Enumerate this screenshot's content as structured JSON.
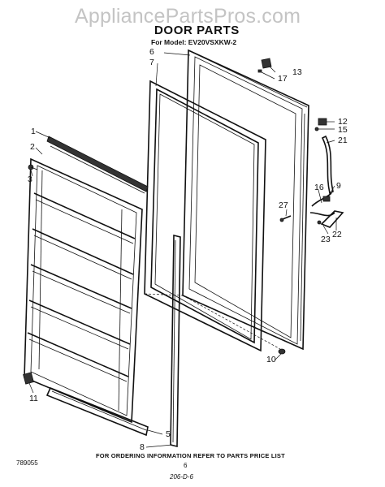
{
  "watermark": "AppliancePartsPros.com",
  "title": "DOOR PARTS",
  "model": "For Model: EV20VSXKW-2",
  "fig_number": "789055",
  "footer_note": "FOR ORDERING INFORMATION REFER TO PARTS PRICE LIST",
  "page_number": "6",
  "doc_code": "206-D-6",
  "callouts": {
    "c1": "1",
    "c2": "2",
    "c3": "3",
    "c5": "5",
    "c6": "6",
    "c7": "7",
    "c8": "8",
    "c9": "9",
    "c10": "10",
    "c11": "11",
    "c12": "12",
    "c13": "13",
    "c15": "15",
    "c16": "16",
    "c17": "17",
    "c21": "21",
    "c22": "22",
    "c23": "23",
    "c27": "27"
  }
}
